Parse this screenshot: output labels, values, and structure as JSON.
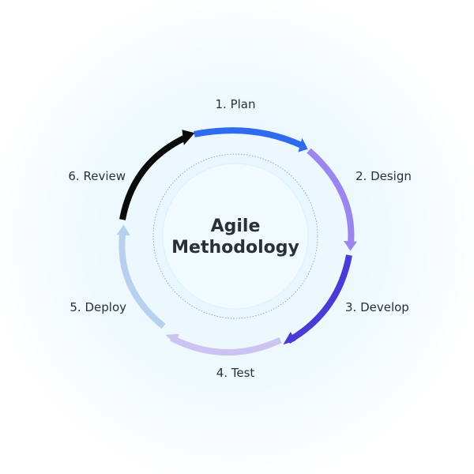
{
  "center": {
    "line1": "Agile",
    "line2": "Methodology"
  },
  "steps": [
    {
      "label": "1. Plan",
      "color": "#2f6bf0"
    },
    {
      "label": "2. Design",
      "color": "#9a86ee"
    },
    {
      "label": "3. Develop",
      "color": "#4a3ad8"
    },
    {
      "label": "4. Test",
      "color": "#ccc3f2"
    },
    {
      "label": "5. Deploy",
      "color": "#b6d0ee"
    },
    {
      "label": "6. Review",
      "color": "#0b0b0b"
    }
  ]
}
